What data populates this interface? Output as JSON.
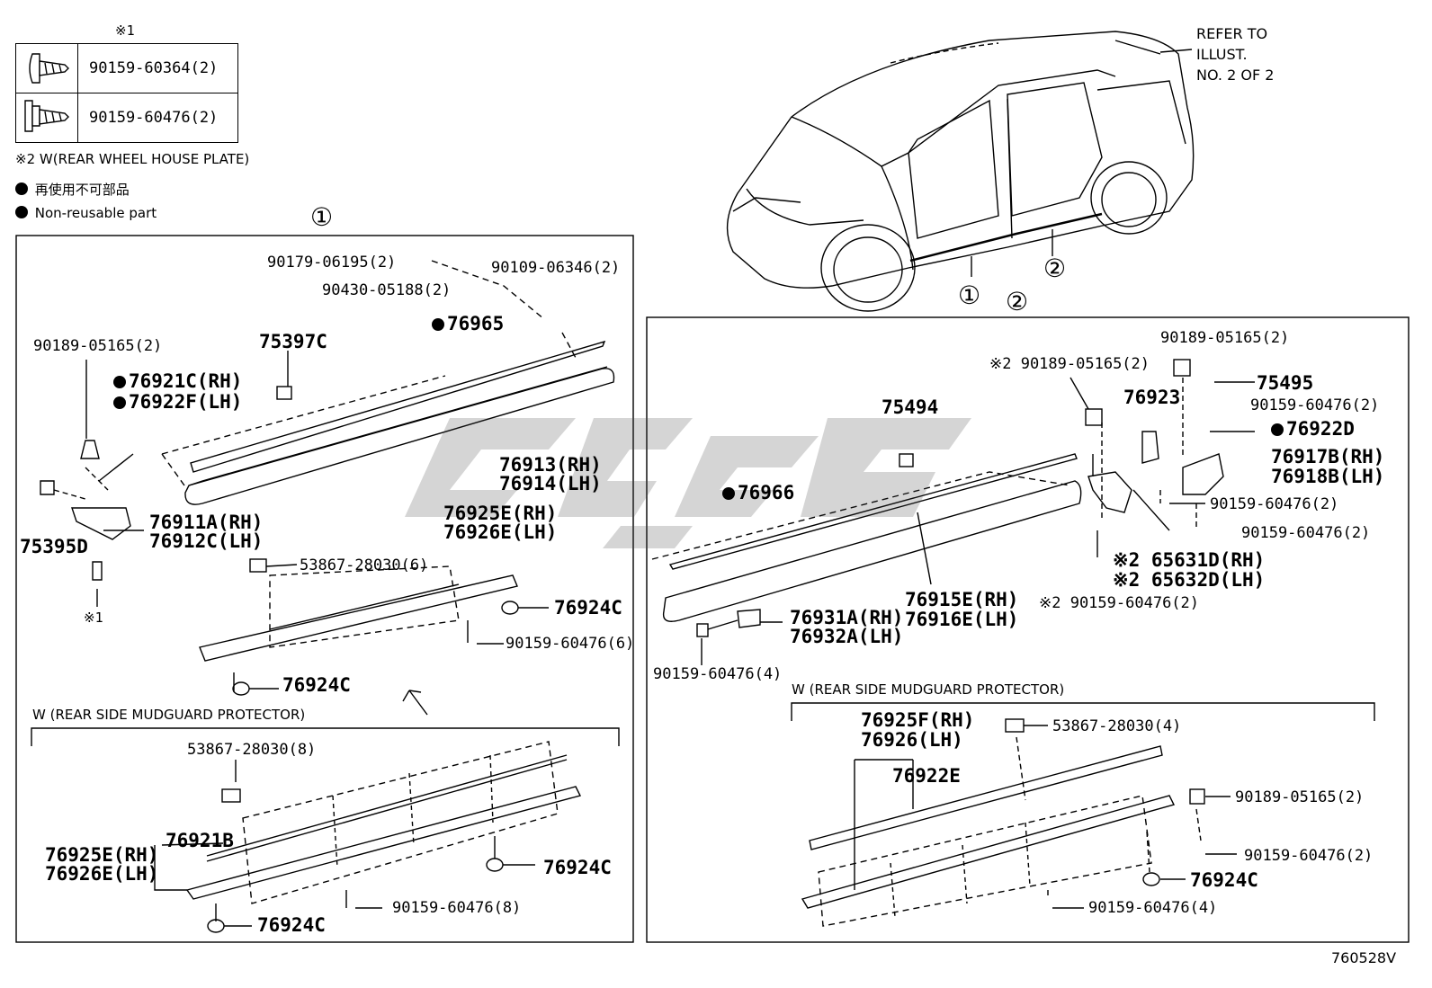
{
  "legend": {
    "header_mark": "※1",
    "rows": [
      {
        "part": "90159-60364(2)",
        "icon": "flanged-screw-icon"
      },
      {
        "part": "90159-60476(2)",
        "icon": "hex-screw-icon"
      }
    ],
    "note2": "※2 W(REAR WHEEL HOUSE PLATE)",
    "non_reusable_jp": "再使用不可部品",
    "non_reusable_en": "Non-reusable part"
  },
  "refer_note": [
    "REFER TO",
    "ILLUST.",
    "NO. 2 OF 2"
  ],
  "car_callouts": [
    "①",
    "②",
    "①",
    "②"
  ],
  "panel1": {
    "number": "①",
    "labels": {
      "p90179": "90179-06195(2)",
      "p90109": "90109-06346(2)",
      "p90430": "90430-05188(2)",
      "p76965": "76965",
      "p90189": "90189-05165(2)",
      "p75397": "75397C",
      "p76921c": "76921C(RH)",
      "p76922f": "76922F(LH)",
      "p76913": "76913(RH)",
      "p76914": "76914(LH)",
      "p76911": "76911A(RH)",
      "p76912": "76912C(LH)",
      "p75395": "75395D",
      "ref1": "※1",
      "p76925e": "76925E(RH)",
      "p76926e": "76926E(LH)",
      "p53867": "53867-28030(6)",
      "p76924c_a": "76924C",
      "p90159_6": "90159-60476(6)",
      "p76924c_b": "76924C"
    },
    "sub": {
      "title": "W (REAR SIDE MUDGUARD PROTECTOR)",
      "p53867": "53867-28030(8)",
      "p76921b": "76921B",
      "p76925e": "76925E(RH)",
      "p76926e": "76926E(LH)",
      "p76924c_a": "76924C",
      "p90159_8": "90159-60476(8)",
      "p76924c_b": "76924C"
    }
  },
  "panel2": {
    "labels": {
      "p90189_top": "90189-05165(2)",
      "p90189_ref2": "※2 90189-05165(2)",
      "p75495": "75495",
      "p76923": "76923",
      "p90159_a": "90159-60476(2)",
      "p76922d": "76922D",
      "p75494": "75494",
      "p76917b": "76917B(RH)",
      "p76918b": "76918B(LH)",
      "p76966": "76966",
      "p90159_b": "90159-60476(2)",
      "p90159_c": "90159-60476(2)",
      "p65631": "※2 65631D(RH)",
      "p65632": "※2 65632D(LH)",
      "p76915": "76915E(RH)",
      "p76916": "76916E(LH)",
      "p90159_ref2": "※2 90159-60476(2)",
      "p76931": "76931A(RH)",
      "p76932": "76932A(LH)",
      "p90159_4a": "90159-60476(4)"
    },
    "sub": {
      "title": "W (REAR SIDE MUDGUARD PROTECTOR)",
      "p76925f": "76925F(RH)",
      "p76926": "76926(LH)",
      "p53867": "53867-28030(4)",
      "p76922e": "76922E",
      "p90189": "90189-05165(2)",
      "p90159_2": "90159-60476(2)",
      "p76924c": "76924C",
      "p90159_4": "90159-60476(4)"
    }
  },
  "figure_code": "760528V"
}
